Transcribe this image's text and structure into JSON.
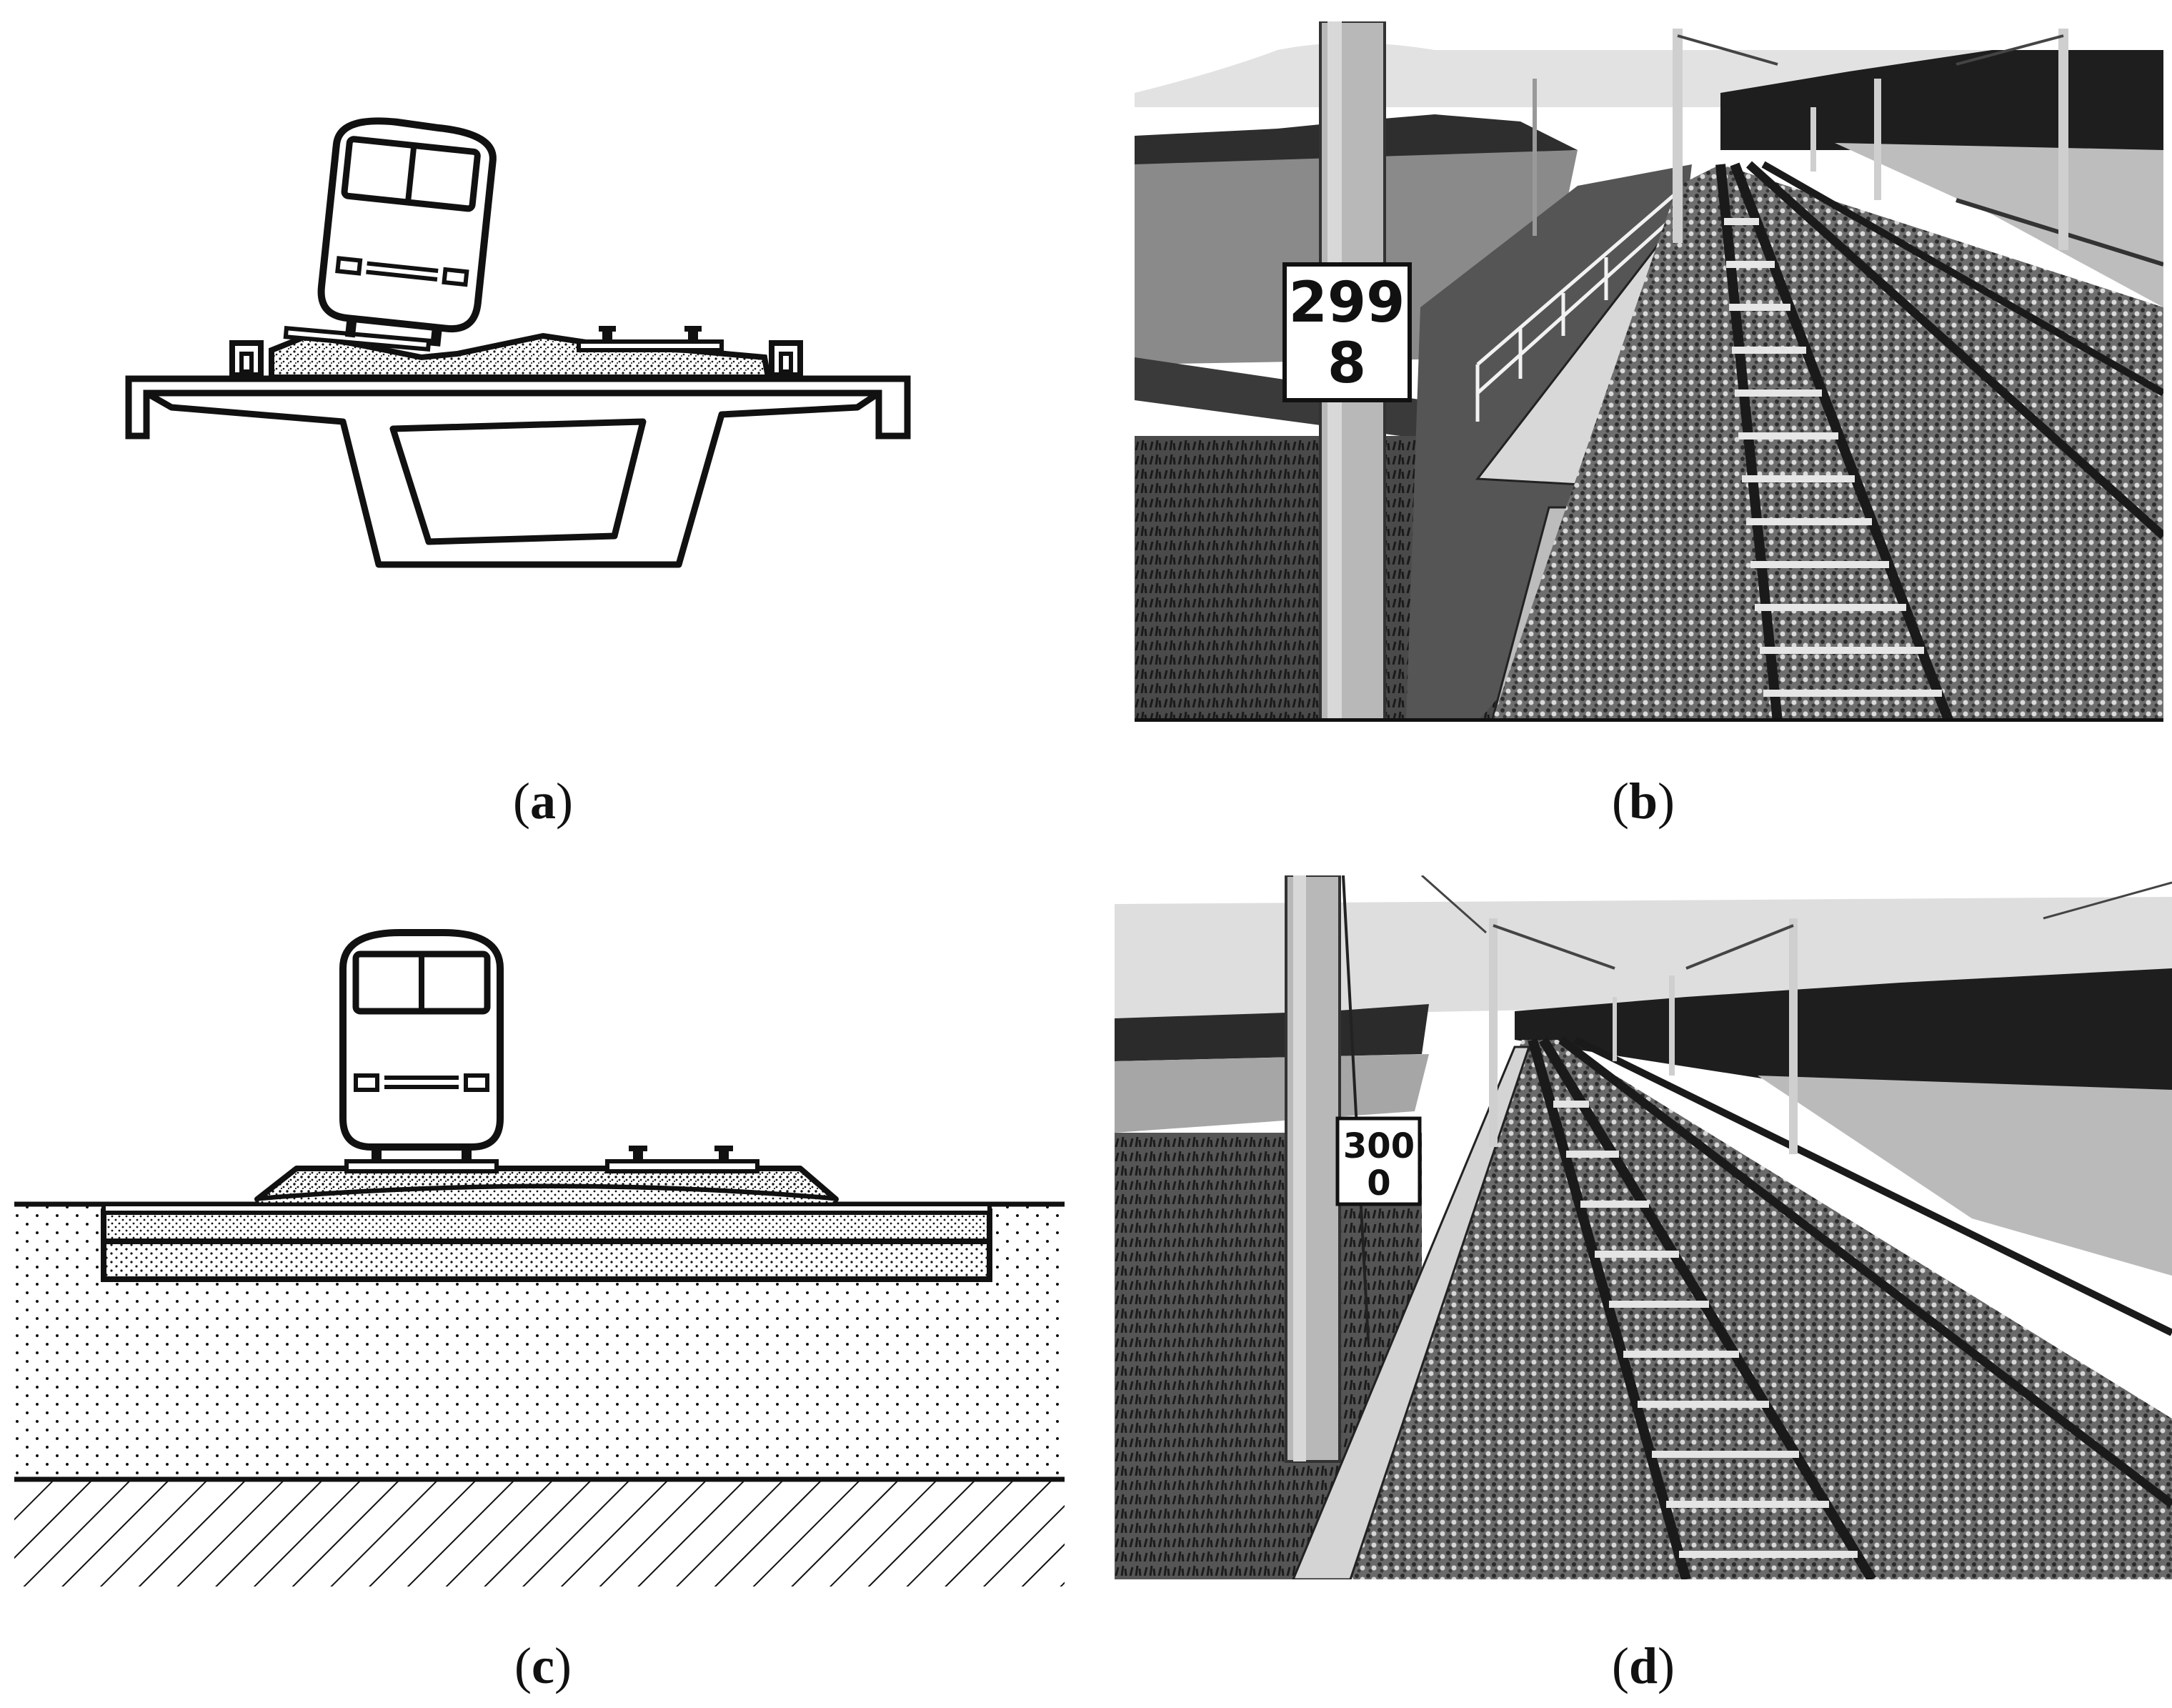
{
  "figure": {
    "panels": [
      {
        "id": "a",
        "caption_letter": "a",
        "kind": "drawing"
      },
      {
        "id": "b",
        "caption_letter": "b",
        "kind": "photo",
        "sign": {
          "line1": "299",
          "line2": "8"
        }
      },
      {
        "id": "c",
        "caption_letter": "c",
        "kind": "drawing"
      },
      {
        "id": "d",
        "caption_letter": "d",
        "kind": "photo",
        "sign": {
          "line1": "300",
          "line2": "0"
        }
      }
    ]
  },
  "colors": {
    "ink": "#111111",
    "paper": "#ffffff",
    "sky": "#d6d6d6",
    "forest": "#2a2a2a",
    "field": "#7a7a7a",
    "ballast": "#5a5a5a",
    "pole": "#b4b4b4"
  }
}
